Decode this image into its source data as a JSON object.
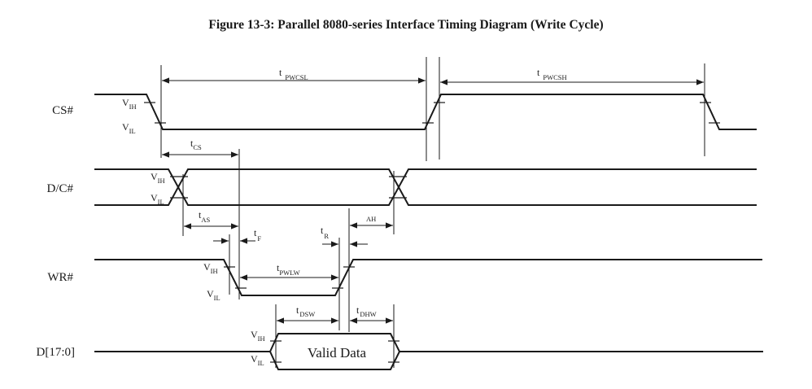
{
  "figure": {
    "title": "Figure 13-3: Parallel 8080-series Interface Timing Diagram (Write Cycle)"
  },
  "signals": [
    {
      "name": "CS#"
    },
    {
      "name": "D/C#"
    },
    {
      "name": "WR#"
    },
    {
      "name": "D[17:0]"
    }
  ],
  "levels": {
    "vih": "V",
    "vih_sub": "IH",
    "vil": "V",
    "vil_sub": "IL"
  },
  "timing_params": {
    "pwcsl": {
      "t": "t",
      "sub": "PWCSL"
    },
    "pwcsh": {
      "t": "t",
      "sub": "PWCSH"
    },
    "cs": {
      "t": "t",
      "sub": "CS"
    },
    "as": {
      "t": "t",
      "sub": "AS"
    },
    "ah": {
      "t": "",
      "sub": "AH"
    },
    "f": {
      "t": "t",
      "sub": "F"
    },
    "r": {
      "t": "t",
      "sub": "R"
    },
    "pwlw": {
      "t": "t",
      "sub": "PWLW"
    },
    "dsw": {
      "t": "t",
      "sub": "DSW"
    },
    "dhw": {
      "t": "t",
      "sub": "DHW"
    }
  },
  "data_bus": {
    "label": "Valid Data"
  }
}
